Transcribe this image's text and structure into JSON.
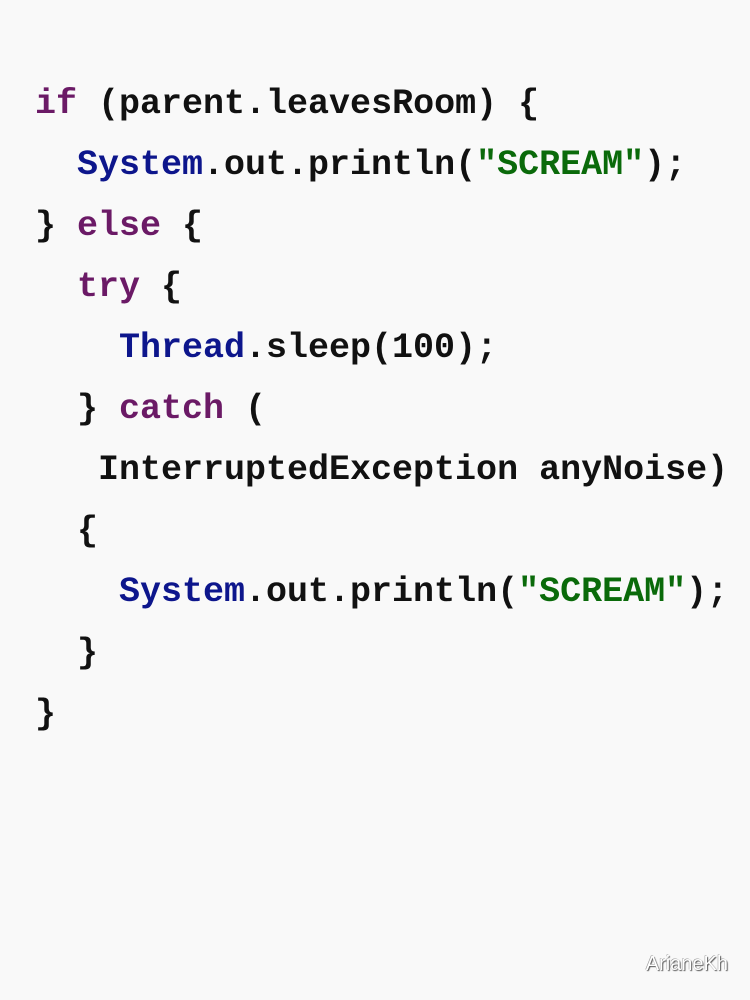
{
  "code": {
    "lines": [
      {
        "indent": 0,
        "tokens": [
          {
            "t": "if",
            "k": "kw"
          },
          {
            "t": " (parent.leavesRoom) {",
            "k": "plain"
          }
        ]
      },
      {
        "indent": 2,
        "tokens": [
          {
            "t": "System",
            "k": "cls"
          },
          {
            "t": ".out.println(",
            "k": "plain"
          },
          {
            "t": "\"SCREAM\"",
            "k": "str"
          },
          {
            "t": ");",
            "k": "plain"
          }
        ]
      },
      {
        "indent": 0,
        "tokens": [
          {
            "t": "} ",
            "k": "plain"
          },
          {
            "t": "else",
            "k": "kw"
          },
          {
            "t": " {",
            "k": "plain"
          }
        ]
      },
      {
        "indent": 2,
        "tokens": [
          {
            "t": "try",
            "k": "kw"
          },
          {
            "t": " {",
            "k": "plain"
          }
        ]
      },
      {
        "indent": 4,
        "tokens": [
          {
            "t": "Thread",
            "k": "cls"
          },
          {
            "t": ".sleep(100);",
            "k": "plain"
          }
        ]
      },
      {
        "indent": 2,
        "tokens": [
          {
            "t": "} ",
            "k": "plain"
          },
          {
            "t": "catch",
            "k": "kw"
          },
          {
            "t": " (",
            "k": "plain"
          }
        ]
      },
      {
        "indent": 3,
        "tokens": [
          {
            "t": "InterruptedException anyNoise)",
            "k": "plain"
          }
        ]
      },
      {
        "indent": 2,
        "tokens": [
          {
            "t": "{",
            "k": "plain"
          }
        ]
      },
      {
        "indent": 4,
        "tokens": [
          {
            "t": "System",
            "k": "cls"
          },
          {
            "t": ".out.println(",
            "k": "plain"
          },
          {
            "t": "\"SCREAM\"",
            "k": "str"
          },
          {
            "t": ");",
            "k": "plain"
          }
        ]
      },
      {
        "indent": 2,
        "tokens": [
          {
            "t": "}",
            "k": "plain"
          }
        ]
      },
      {
        "indent": 0,
        "tokens": [
          {
            "t": "}",
            "k": "plain"
          }
        ]
      }
    ]
  },
  "watermark": "ArianeKh",
  "colors": {
    "keyword": "#6b1a66",
    "class": "#0d168c",
    "string": "#0a6a0a",
    "text": "#111111",
    "background": "#f9f9f9"
  }
}
